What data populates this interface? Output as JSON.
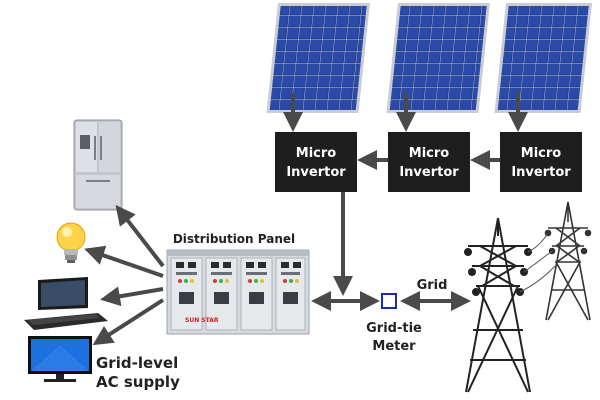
{
  "micro_inverters": [
    {
      "line1": "Micro",
      "line2": "Invertor"
    },
    {
      "line1": "Micro",
      "line2": "Invertor"
    },
    {
      "line1": "Micro",
      "line2": "Invertor"
    }
  ],
  "labels": {
    "distribution_panel": "Distribution Panel",
    "panel_brand": "SUN STAR",
    "grid": "Grid",
    "meter_line1": "Grid-tie",
    "meter_line2": "Meter",
    "supply_line1": "Grid-level",
    "supply_line2": "AC supply"
  },
  "icons": {
    "solar_panel": "solar-panel-icon",
    "fridge": "refrigerator-icon",
    "bulb": "light-bulb-icon",
    "laptop": "laptop-icon",
    "tv": "television-icon",
    "tower": "transmission-tower-icon",
    "meter": "meter-icon"
  },
  "colors": {
    "inverter_box": "#1e1e1e",
    "arrow": "#4a4a4a",
    "panel_cell": "#1f3a8c",
    "panel_frame": "#c9ccd2",
    "meter_outline": "#1a2ab5",
    "panel_body": "#d7dbe0",
    "panel_brand": "#d02020",
    "tv_screen": "#1e6fe0"
  }
}
